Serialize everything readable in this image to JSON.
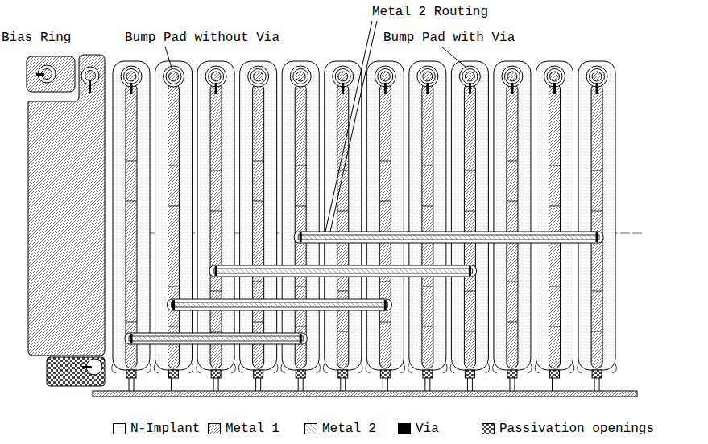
{
  "diagram": {
    "labels": [
      "Bias Ring",
      "Bump Pad without Via",
      "Metal 2 Routing",
      "Bump Pad with Via"
    ],
    "legend": [
      {
        "text": "N-Implant"
      },
      {
        "text": "Metal 1"
      },
      {
        "text": "Metal 2"
      },
      {
        "text": "Via",
        "color": "#000000"
      },
      {
        "text": "Passivation openings"
      }
    ]
  }
}
